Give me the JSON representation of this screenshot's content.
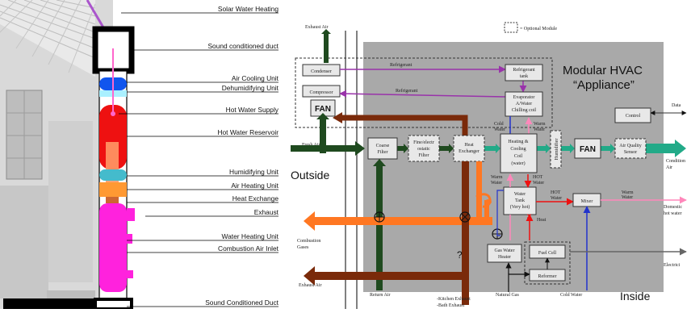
{
  "left_panel": {
    "labels": [
      "Solar Water Heating",
      "Sound conditioned duct",
      "Air Cooling Unit",
      "Dehumidifying Unit",
      "Hot Water Supply",
      "Hot Water Reservoir",
      "Humidifying Unit",
      "Air Heating Unit",
      "Heat Exchange",
      "Exhaust",
      "Water Heating Unit",
      "Combustion Air Inlet",
      "Sound Conditioned Duct"
    ]
  },
  "right_panel": {
    "title_line1": "Modular HVAC",
    "title_line2": "“Appliance”",
    "optional_module_legend": "= Optional Module",
    "outside": "Outside",
    "inside": "Inside",
    "boxes": {
      "condenser": "Condenser",
      "compressor": "Compressor",
      "fan_top": "FAN",
      "refrigerant_tank": [
        "Refrigerant",
        "tank"
      ],
      "evaporator": [
        "Evaporator",
        "A/Water",
        "Chilling coil"
      ],
      "control": "Control",
      "coarse_filter": [
        "Coarse",
        "Filter"
      ],
      "fine_filter": [
        "Fine/electr",
        "ostatic",
        "Filter"
      ],
      "heat_exchanger": [
        "Heat",
        "Exchanger"
      ],
      "heating_cooling_coil": [
        "Heating &",
        "Cooling",
        "Coil",
        "(water)"
      ],
      "humidifier": "Humidifier",
      "fan_main": "FAN",
      "air_quality_sensor": [
        "Air Quality",
        "Sensor"
      ],
      "water_tank": [
        "Water",
        "Tank",
        "(Very hot)"
      ],
      "mixer": "Mixer",
      "gas_water_heater": [
        "Gas Water",
        "Heater"
      ],
      "fuel_cell": "Fuel Cell",
      "reformer": "Reformer"
    },
    "labels": {
      "exhaust_air_top": "Exhaust Air",
      "refrigerant_1": "Refrigerant",
      "refrigerant_2": "Refrigerant",
      "data": "Data",
      "fresh_air": "Fresh Air",
      "cold_water_1": [
        "Cold",
        "Water"
      ],
      "warm_water_1": [
        "Warm",
        "Water"
      ],
      "conditioned_air": [
        "Condition",
        "Air"
      ],
      "warm_water_2": [
        "Warm",
        "Water"
      ],
      "hot_water_1": [
        "HOT",
        "Water"
      ],
      "hot_water_2": [
        "HOT",
        "Water"
      ],
      "warm_water_3": [
        "Warm",
        "Water"
      ],
      "domestic_hot_water": [
        "Domestic",
        "hot water"
      ],
      "combustion_gases": [
        "Combustion",
        "Gases"
      ],
      "heat": "Heat",
      "electricity": "Electrici",
      "exhaust_air_bottom": "Exhaust Air",
      "question_1": "?",
      "question_2": "?",
      "return_air": "Return Air",
      "kitchen_exhaust": "-Kitchen Exhaust",
      "bath_exhaust": "-Bath Exhaust",
      "natural_gas": "Natural Gas",
      "cold_water_bottom": "Cold Water"
    }
  },
  "colors": {
    "panel_gray": "#a9a9a9",
    "dark_green": "#1f4a1f",
    "teal": "#22aa88",
    "brown": "#7a2a0a",
    "orange": "#ff7722",
    "purple": "#9933aa",
    "blue": "#2233cc",
    "red": "#ee1111",
    "pink": "#ff99cc",
    "magenta": "#ff22dd"
  }
}
